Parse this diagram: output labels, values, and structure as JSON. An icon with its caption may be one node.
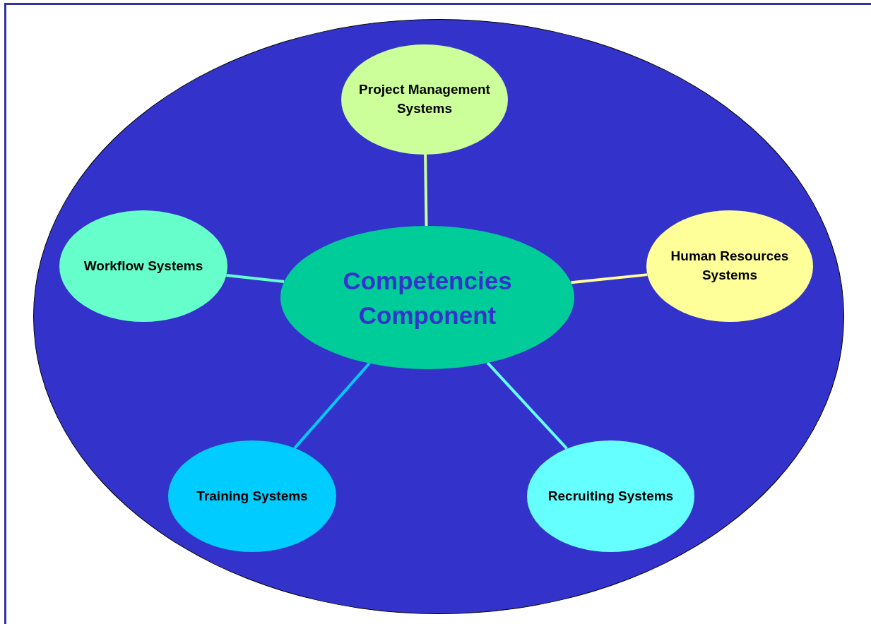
{
  "diagram": {
    "nodes": [
      {
        "text": [],
        "shape": "circle"
      },
      {
        "text": [
          "Project Management Systems"
        ],
        "in": 0
      },
      {
        "text": [
          "Workflow Systems"
        ],
        "in": 0
      },
      {
        "text": [
          "Competencies Component"
        ],
        "in": 0
      },
      {
        "text": [
          "Human Resources Systems"
        ],
        "in": 0
      },
      {
        "text": [
          "Training Systems"
        ],
        "in": 0
      },
      {
        "text": [
          "Recruiting Systems"
        ],
        "in": 0
      }
    ],
    "edges": [
      {
        "from": 3,
        "to": 1,
        "arrow": "none",
        "color": "#ccff99"
      },
      {
        "from": 3,
        "to": 2,
        "arrow": "none",
        "color": "#66ffcc"
      },
      {
        "from": 3,
        "to": 4,
        "arrow": "none",
        "color": "#ffff99"
      },
      {
        "from": 3,
        "to": 5,
        "arrow": "none",
        "color": "#00ccff"
      },
      {
        "from": 3,
        "to": 6,
        "arrow": "none",
        "color": "#66ffff"
      }
    ]
  }
}
